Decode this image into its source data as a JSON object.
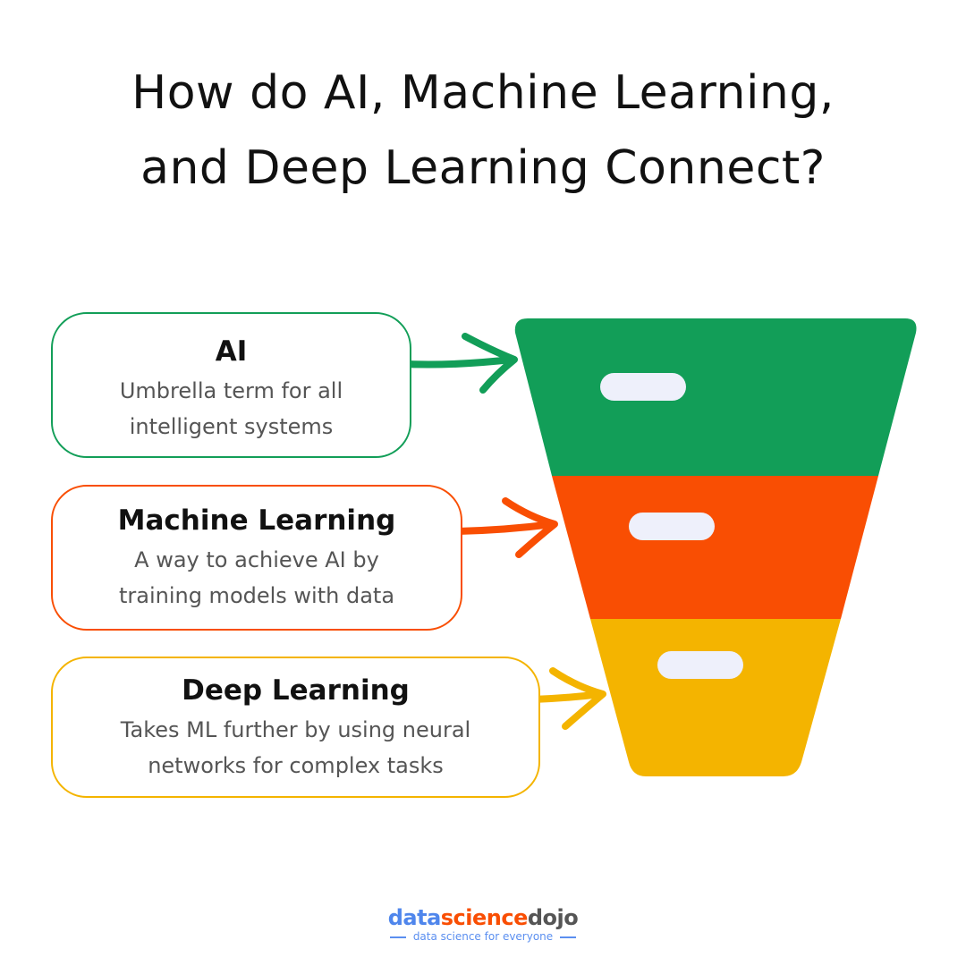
{
  "title": {
    "line1": "How do AI, Machine Learning,",
    "line2": "and Deep Learning Connect?"
  },
  "levels": [
    {
      "heading": "AI",
      "line1": "Umbrella term for all",
      "line2": "intelligent systems",
      "color": "#129e58"
    },
    {
      "heading": "Machine Learning",
      "line1": "A way to achieve AI by",
      "line2": "training models with data",
      "color": "#f94e03"
    },
    {
      "heading": "Deep Learning",
      "line1": "Takes ML further by using neural",
      "line2": "networks for complex tasks",
      "color": "#f4b400"
    }
  ],
  "pill_color": "#eef0fb",
  "logo": {
    "part1": "data",
    "part2": "science",
    "part3": "dojo",
    "tagline": "data science for everyone",
    "colors": {
      "data": "#4f86ec",
      "science": "#f94e03",
      "dojo": "#555555"
    }
  }
}
